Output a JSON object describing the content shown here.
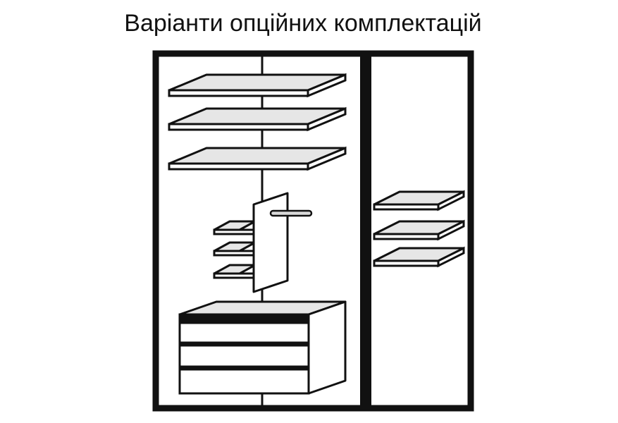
{
  "title": "Варіанти опційних комплектацій",
  "colors": {
    "line": "#111111",
    "shelf_fill": "#e6e6e6",
    "panel_fill": "#ffffff",
    "background": "#ffffff"
  },
  "components": {
    "left_section": {
      "shelves": 3,
      "shoe_shelves": 3,
      "hanging_rail": 1,
      "drawers": 3
    },
    "right_section": {
      "shelves": 3
    }
  }
}
